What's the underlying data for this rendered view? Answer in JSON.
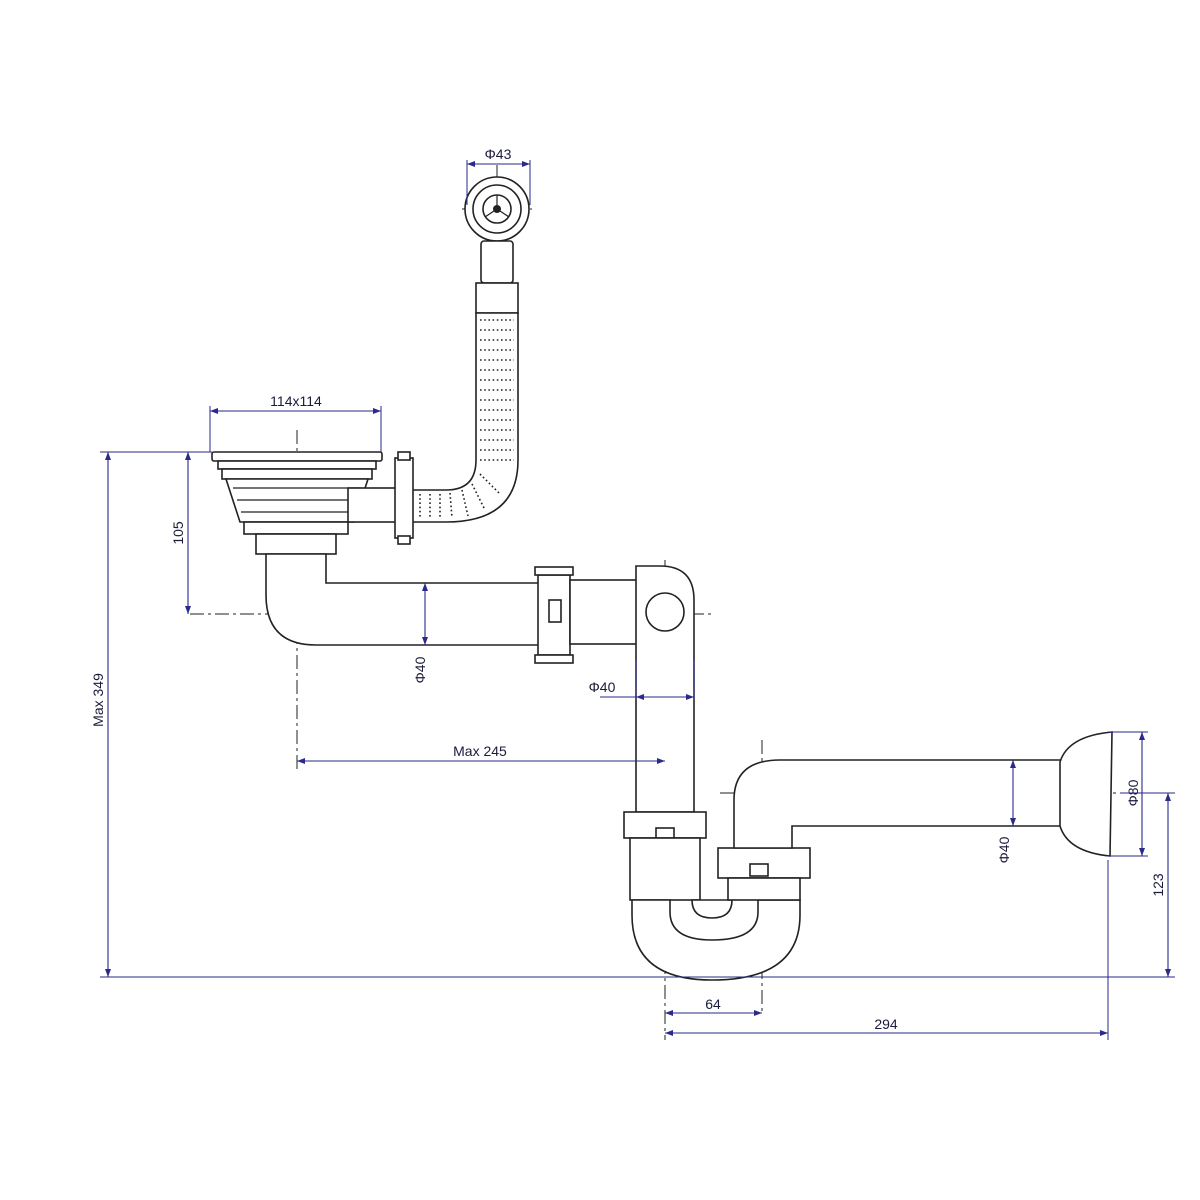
{
  "dimensions": {
    "outlet_diameter": "Φ43",
    "strainer_size": "114x114",
    "strainer_height": "105",
    "overall_height": "Max 349",
    "pipe_diameter_horizontal": "Φ40",
    "pipe_diameter_vertical": "Φ40",
    "offset_length": "Max 245",
    "trap_offset": "64",
    "trap_length": "294",
    "wall_pipe_diameter": "Φ40",
    "wall_flange_diameter": "Φ80",
    "outlet_height": "123"
  },
  "colors": {
    "outline": "#222222",
    "dimension_line": "#2a2a8a",
    "background": "#ffffff"
  }
}
